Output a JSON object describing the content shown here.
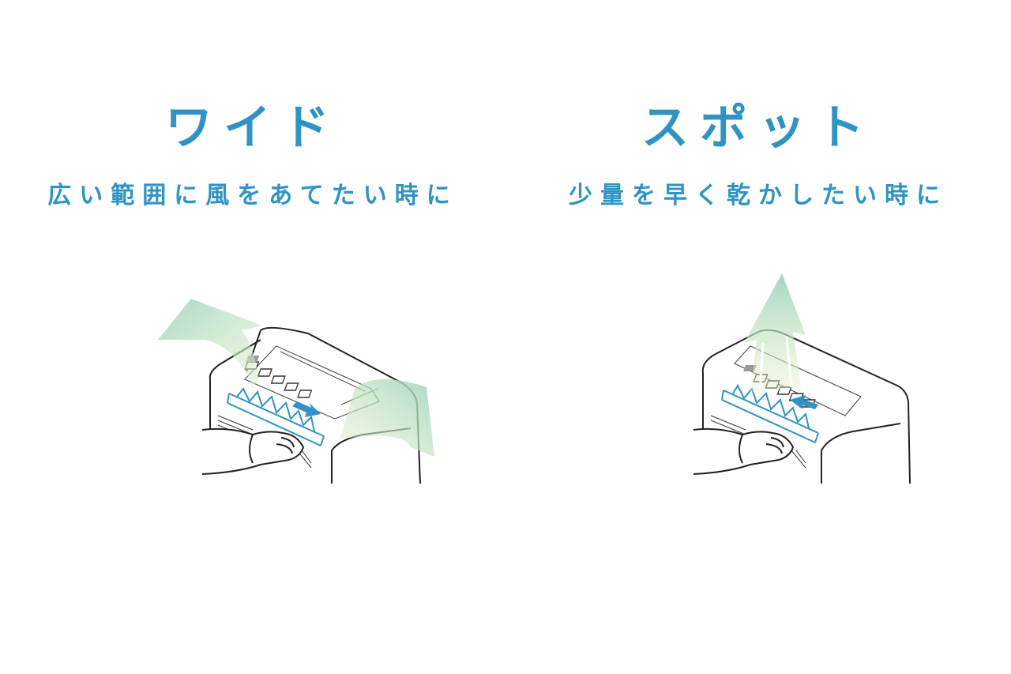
{
  "modes": [
    {
      "title": "ワイド",
      "subtitle": "広い範囲に風をあてたい時に"
    },
    {
      "title": "スポット",
      "subtitle": "少量を早く乾かしたい時に"
    }
  ],
  "colors": {
    "accent": "#2f93c3",
    "airflow": "#a8d8c0",
    "outline": "#222222"
  }
}
